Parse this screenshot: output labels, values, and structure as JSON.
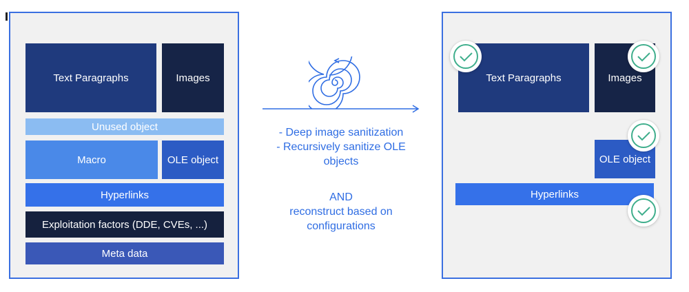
{
  "left_panel": {
    "blocks": {
      "text_paragraphs": "Text Paragraphs",
      "images": "Images",
      "unused_object": "Unused object",
      "macro": "Macro",
      "ole_object": "OLE object",
      "hyperlinks": "Hyperlinks",
      "exploitation_factors": "Exploitation factors (DDE, CVEs, ...)",
      "meta_data": "Meta data"
    }
  },
  "process": {
    "line1": "- Deep image sanitization",
    "line2": "- Recursively sanitize OLE",
    "line3": "objects",
    "line4": "AND",
    "line5": "reconstruct based on",
    "line6": "configurations"
  },
  "right_panel": {
    "blocks": {
      "text_paragraphs": "Text Paragraphs",
      "images": "Images",
      "ole_object": "OLE object",
      "hyperlinks": "Hyperlinks"
    }
  },
  "colors": {
    "border": "#3a6fe0",
    "navy": "#1f3a7d",
    "dark": "#162447",
    "light_blue": "#8bbcf2",
    "medium_blue": "#4a89e8",
    "blue": "#3571e9",
    "check_green": "#3fae8c"
  },
  "icons": {
    "process": "spiral-recycle-icon",
    "arrow": "arrow-right-icon",
    "check": "check-circle-icon"
  }
}
